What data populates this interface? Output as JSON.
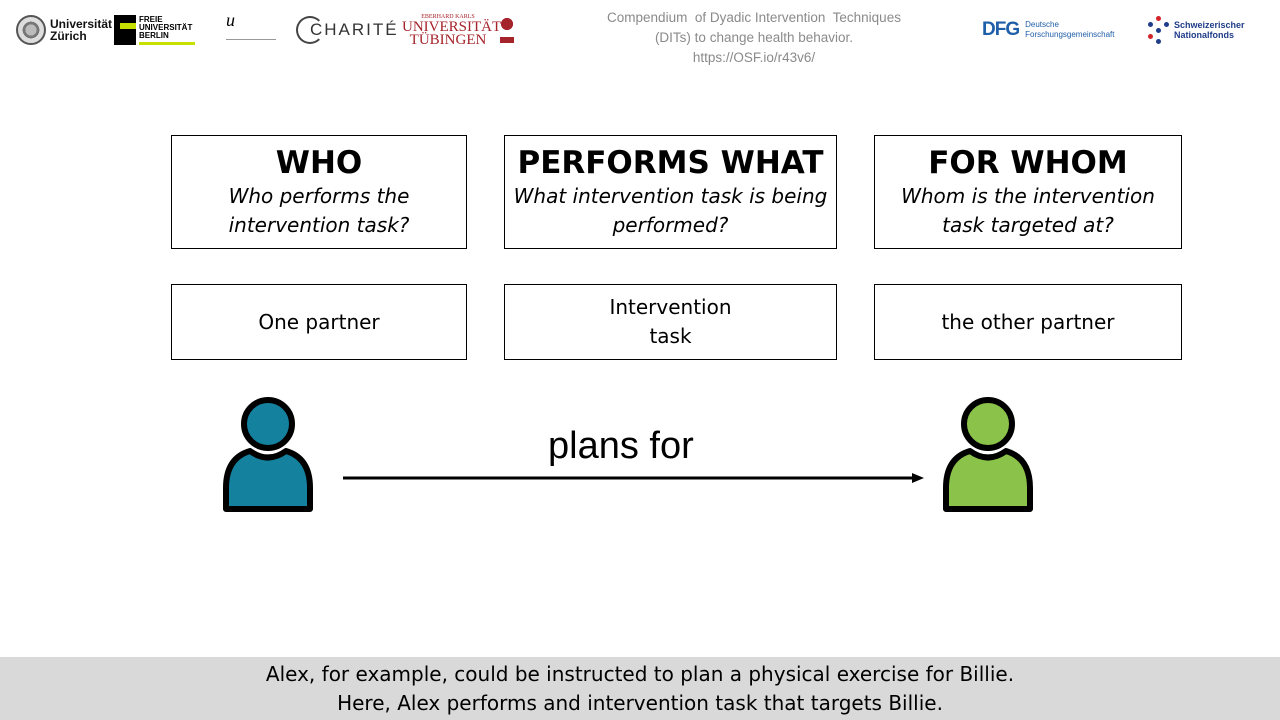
{
  "logos": {
    "uzh": "Universität Zürich",
    "fu": "FREIE UNIVERSITÄT BERLIN",
    "ub": "u",
    "charite": "CHARITÉ",
    "tuebingen_small": "EBERHARD KARLS",
    "tuebingen": "UNIVERSITÄT TÜBINGEN",
    "dfg": "DFG",
    "dfg_sub": "Deutsche Forschungsgemeinschaft",
    "snf": "Schweizerischer Nationalfonds"
  },
  "compendium": {
    "line1": "Compendium  of Dyadic Intervention  Techniques",
    "line2": "(DITs) to change health behavior.",
    "line3": "https://OSF.io/r43v6/"
  },
  "columns": [
    {
      "heading": "WHO",
      "question1": "Who performs the",
      "question2": "intervention task?",
      "value1": "One partner",
      "value2": ""
    },
    {
      "heading": "PERFORMS WHAT",
      "question1": "What intervention task is being",
      "question2": "performed?",
      "value1": "Intervention",
      "value2": "task"
    },
    {
      "heading": "FOR WHOM",
      "question1": "Whom is the intervention",
      "question2": "task targeted at?",
      "value1": "the other partner",
      "value2": ""
    }
  ],
  "persons": {
    "left_color": "#14829f",
    "right_color": "#8bc34a"
  },
  "arrow_label": "plans for",
  "caption": {
    "line1": "Alex, for example, could be instructed to plan a physical exercise for Billie.",
    "line2": "Here, Alex performs and intervention task that targets Billie."
  }
}
